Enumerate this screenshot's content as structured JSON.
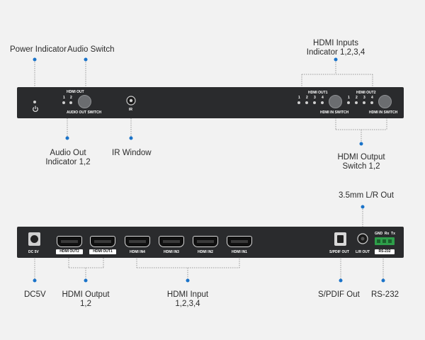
{
  "front_callouts": {
    "power_indicator": "Power Indicator",
    "audio_switch": "Audio Switch",
    "hdmi_inputs_indicator": [
      "HDMI Inputs",
      "Indicator 1,2,3,4"
    ],
    "audio_out_indicator": [
      "Audio Out",
      "Indicator 1,2"
    ],
    "ir_window": "IR Window",
    "hdmi_output_switch": [
      "HDMI Output",
      "Switch 1,2"
    ]
  },
  "front_panel": {
    "hdmi_out_label": "HDMI OUT",
    "audio_leds": [
      "1",
      "2"
    ],
    "audio_out_switch": "AUDIO OUT SWITCH",
    "ir_label": "IR",
    "hdmi_out1_label": "HDMI OUT1",
    "hdmi_out2_label": "HDMI OUT2",
    "input_leds": [
      "1",
      "2",
      "3",
      "4"
    ],
    "hdmi_in_switch": "HDMI IN SWITCH"
  },
  "rear_callouts": {
    "lr_out_35": "3.5mm L/R Out",
    "dc5v": "DC5V",
    "hdmi_output": [
      "HDMI Output",
      "1,2"
    ],
    "hdmi_input": [
      "HDMI Input",
      "1,2,3,4"
    ],
    "spdif_out": "S/PDIF Out",
    "rs232": "RS-232"
  },
  "rear_panel": {
    "dc_label": "DC 5V",
    "hdmi_out2": "HDMI OUT2",
    "hdmi_out1": "HDMI OUT1",
    "hdmi_in4": "HDMI IN4",
    "hdmi_in3": "HDMI IN3",
    "hdmi_in2": "HDMI IN2",
    "hdmi_in1": "HDMI IN1",
    "spdif_label": "S/PDIF OUT",
    "lr_label": "L/R OUT",
    "rs232_pins": "GND  Rx  Tx",
    "rs232_label": "RS-232"
  },
  "colors": {
    "panel": "#2a2b2d",
    "leader_dot": "#1a73c9",
    "leader_line": "#9a9a9a",
    "background": "#f2f2f2"
  }
}
